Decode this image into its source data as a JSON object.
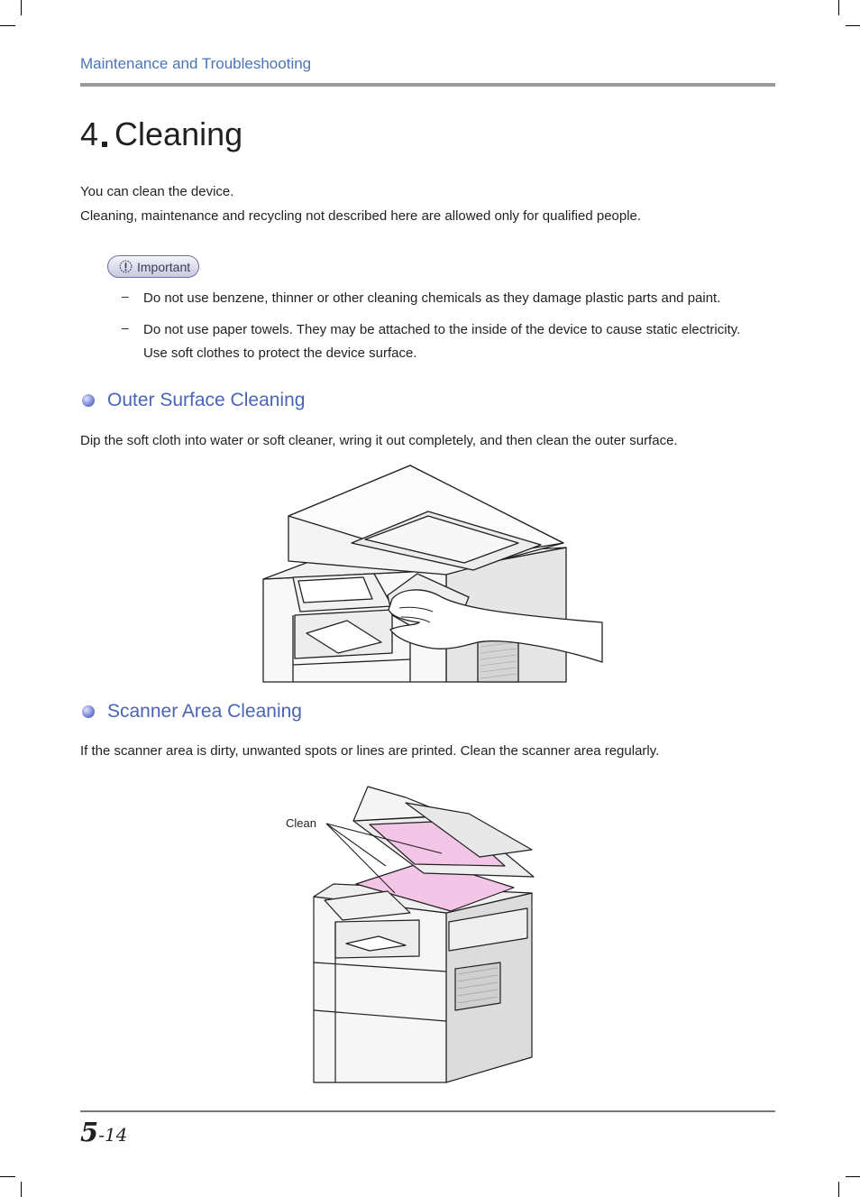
{
  "header": {
    "title": "Maintenance and Troubleshooting"
  },
  "section": {
    "number": "4",
    "title": "Cleaning"
  },
  "intro": [
    "You can clean the device.",
    "Cleaning, maintenance and recycling not described here are allowed only for qualified people."
  ],
  "important": {
    "label": "Important",
    "items": [
      {
        "dash": "–",
        "lines": [
          "Do not use benzene, thinner or other cleaning chemicals as they damage plastic parts and paint."
        ]
      },
      {
        "dash": "–",
        "lines": [
          "Do not use paper towels. They may be attached to the inside of the device to cause static electricity.",
          "Use soft clothes to protect the device surface."
        ]
      }
    ]
  },
  "outer": {
    "title": "Outer Surface Cleaning",
    "text": "Dip the soft cloth into water or soft cleaner, wring it out completely, and then clean the outer surface."
  },
  "scanner": {
    "title": "Scanner Area Cleaning",
    "text": "If the scanner area is dirty, unwanted spots or lines are printed. Clean the scanner area regularly.",
    "callout": "Clean"
  },
  "footer": {
    "chapter": "5",
    "page": "-14"
  },
  "colors": {
    "accent": "#4a74b9",
    "heading": "#4a64b4",
    "glass": "#f3c6e8"
  }
}
